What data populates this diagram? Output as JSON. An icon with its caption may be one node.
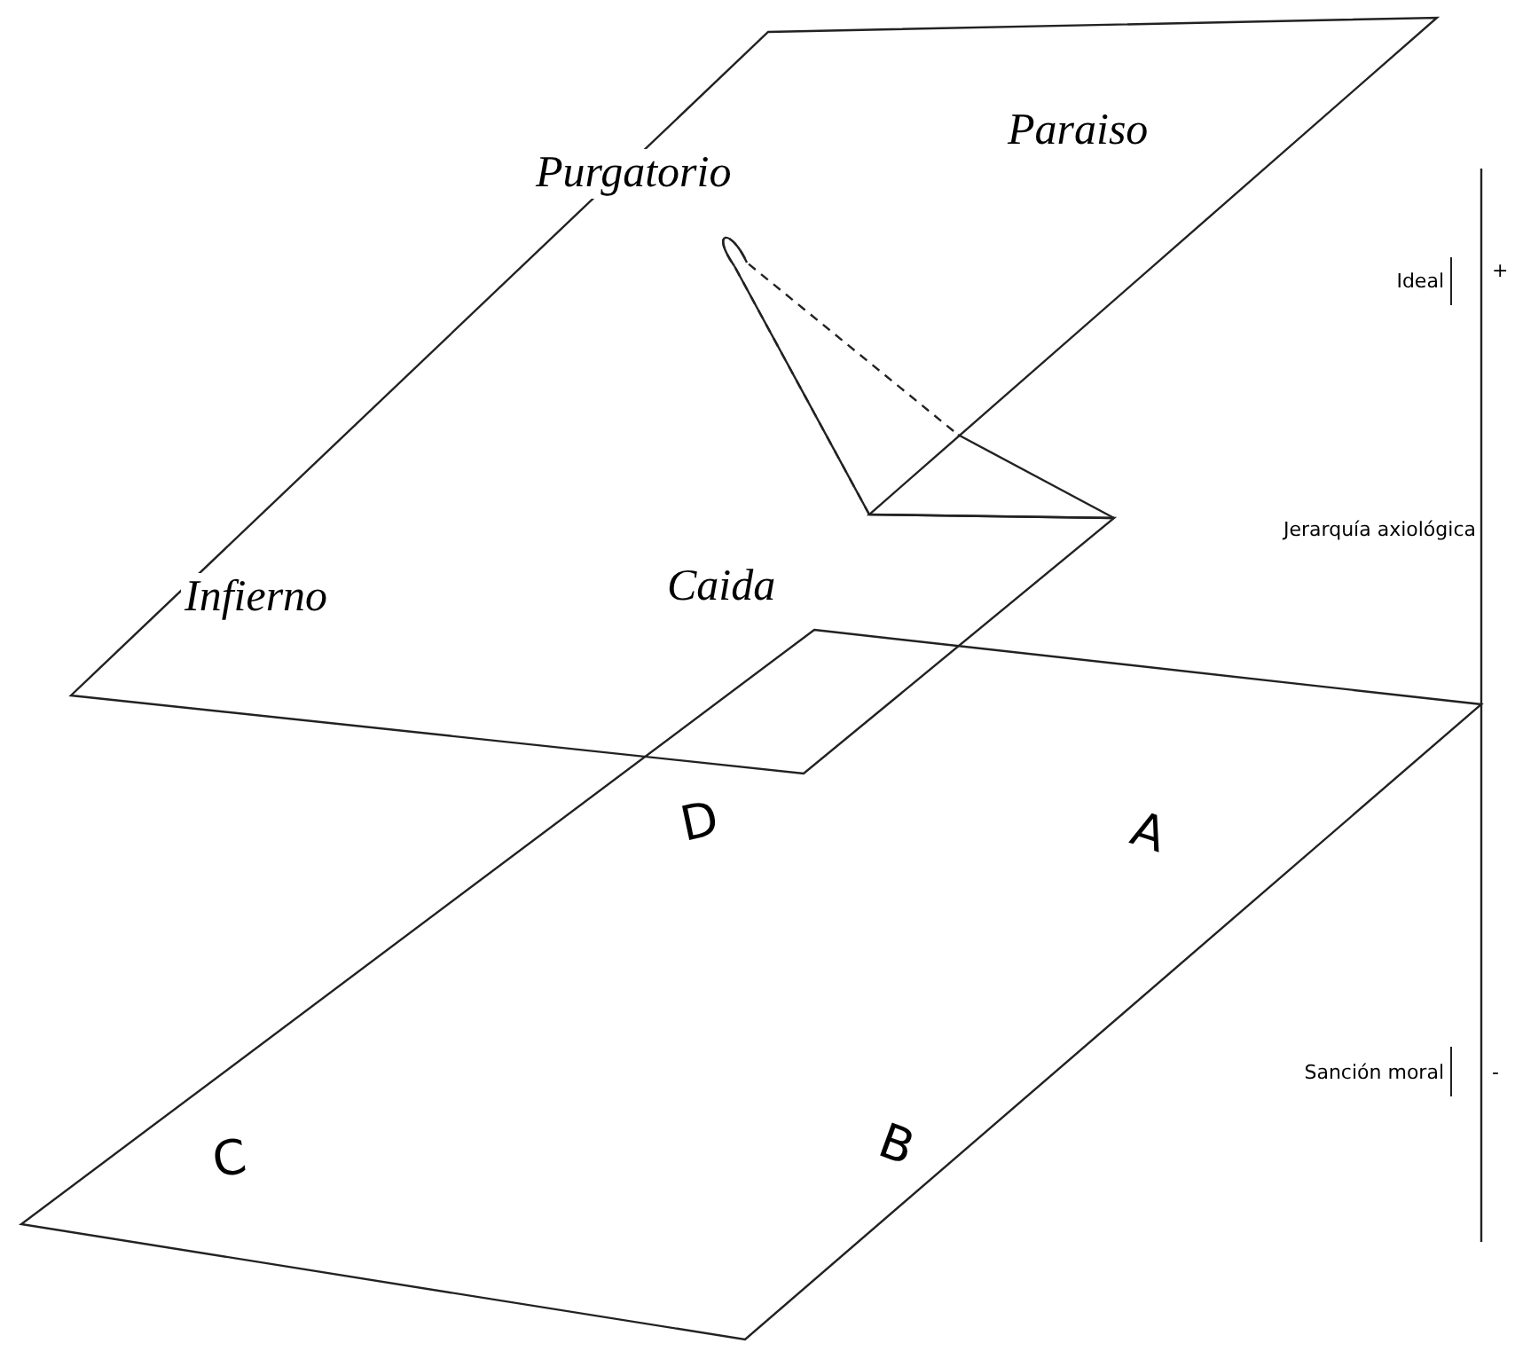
{
  "diagram": {
    "nodes": [
      {
        "text": [
          "Purgatorio",
          "Paraiso",
          "Infierno",
          "Caida"
        ]
      },
      {
        "text": [
          "D",
          "A",
          "C",
          "B"
        ]
      }
    ],
    "labels": [
      "Ideal",
      "+",
      "Jerarquía axiológica",
      "Sanción moral",
      "-"
    ]
  }
}
